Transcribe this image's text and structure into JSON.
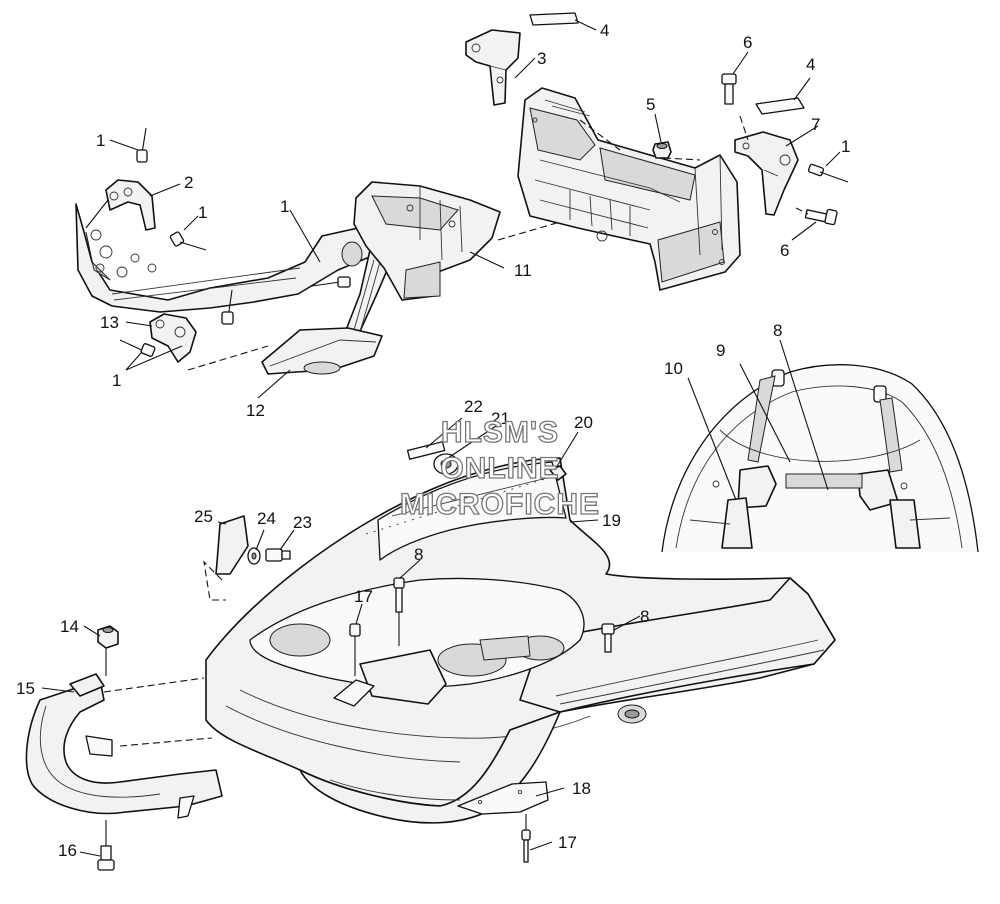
{
  "watermark": {
    "line1": "HLSM'S",
    "line2": "ONLINE",
    "line3": "MICROFICHE"
  },
  "callouts": {
    "c1a": "1",
    "c1b": "1",
    "c1c": "1",
    "c1d": "1",
    "c1e": "1",
    "c2": "2",
    "c3": "3",
    "c4a": "4",
    "c4b": "4",
    "c5": "5",
    "c6a": "6",
    "c6b": "6",
    "c7": "7",
    "c8a": "8",
    "c8b": "8",
    "c8c": "8",
    "c9": "9",
    "c10": "10",
    "c11": "11",
    "c12": "12",
    "c13": "13",
    "c14": "14",
    "c15": "15",
    "c16": "16",
    "c17a": "17",
    "c17b": "17",
    "c18": "18",
    "c19": "19",
    "c20": "20",
    "c21": "21",
    "c22": "22",
    "c23": "23",
    "c24": "24",
    "c25": "25"
  }
}
